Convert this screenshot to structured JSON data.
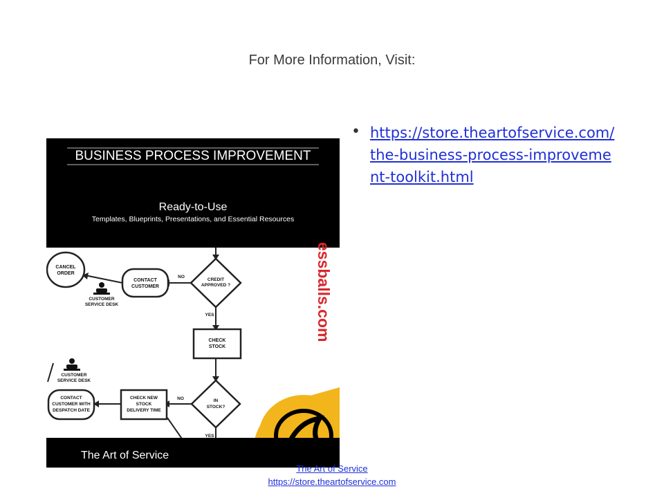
{
  "slide": {
    "title": "For More Information, Visit:",
    "bullet_glyph": "•",
    "link": "https://store.theartofservice.com/the-business-process-improvement-toolkit.html"
  },
  "cover": {
    "heading": "BUSINESS PROCESS IMPROVEMENT",
    "subheading": "Ready-to-Use",
    "tagline": "Templates, Blueprints, Presentations, and Essential Resources",
    "brand": "The Art of Service",
    "watermark": "essballs.com",
    "flowchart": {
      "cancel_order": [
        "CANCEL",
        "ORDER"
      ],
      "contact_customer": [
        "CONTACT",
        "CUSTOMER"
      ],
      "credit_approved": [
        "CREDIT",
        "APPROVED ?"
      ],
      "no1": "NO",
      "yes1": "YES",
      "csd1": [
        "CUSTOMER",
        "SERVICE DESK"
      ],
      "check_stock": [
        "CHECK",
        "STOCK"
      ],
      "csd2": [
        "CUSTOMER",
        "SERVICE DESK"
      ],
      "contact_despatch": [
        "CONTACT",
        "CUSTOMER WITH",
        "DESPATCH DATE"
      ],
      "check_new_stock": [
        "CHECK NEW",
        "STOCK",
        "DELIVERY TIME"
      ],
      "no2": "NO",
      "in_stock": [
        "IN",
        "STOCK?"
      ],
      "yes2": "YES"
    },
    "colors": {
      "black": "#000000",
      "gold": "#f2b51b",
      "watermark": "#d9262c"
    }
  },
  "footer": {
    "line1": "The Art of Service",
    "line2": "https://store.theartofservice.com"
  }
}
